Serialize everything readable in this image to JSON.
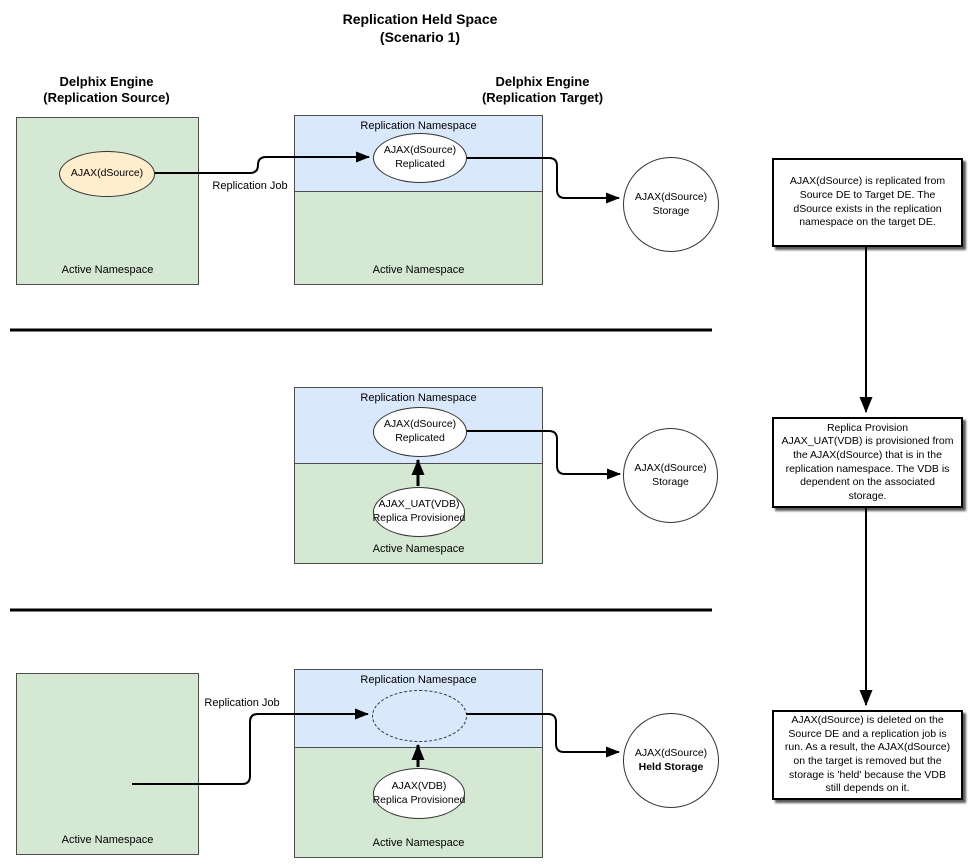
{
  "title": "Replication Held Space\n(Scenario 1)",
  "headers": {
    "source": "Delphix Engine\n(Replication Source)",
    "target": "Delphix Engine\n(Replication Target)"
  },
  "labels": {
    "active_namespace": "Active Namespace",
    "replication_namespace": "Replication Namespace",
    "replication_job": "Replication Job"
  },
  "colors": {
    "active_namespace_fill": "#d5e8d4",
    "replication_namespace_fill": "#dae8fc",
    "dsource_fill": "#ffeecd",
    "line_color": "#000000"
  },
  "rows": [
    {
      "source_ellipse": "AJAX(dSource)",
      "target_ellipse": "AJAX(dSource)\nReplicated",
      "storage_line1": "AJAX(dSource)",
      "storage_line2": "Storage",
      "note": "AJAX(dSource) is replicated from Source DE to Target DE.  The dSource exists in the replication namespace on the target DE."
    },
    {
      "target_ellipse": "AJAX(dSource)\nReplicated",
      "vdb_ellipse": "AJAX_UAT(VDB)\nReplica Provisioned",
      "storage_line1": "AJAX(dSource)",
      "storage_line2": "Storage",
      "note": "Replica Provision\nAJAX_UAT(VDB) is provisioned from the AJAX(dSource) that is in the replication namespace.  The VDB is dependent on the associated storage."
    },
    {
      "vdb_ellipse": "AJAX(VDB)\nReplica Provisioned",
      "storage_line1": "AJAX(dSource)",
      "storage_line2": "Held Storage",
      "note": "AJAX(dSource) is deleted on the Source DE and a replication job is run. As a result, the AJAX(dSource) on the target is removed but the storage is 'held' because the VDB still depends on it."
    }
  ]
}
